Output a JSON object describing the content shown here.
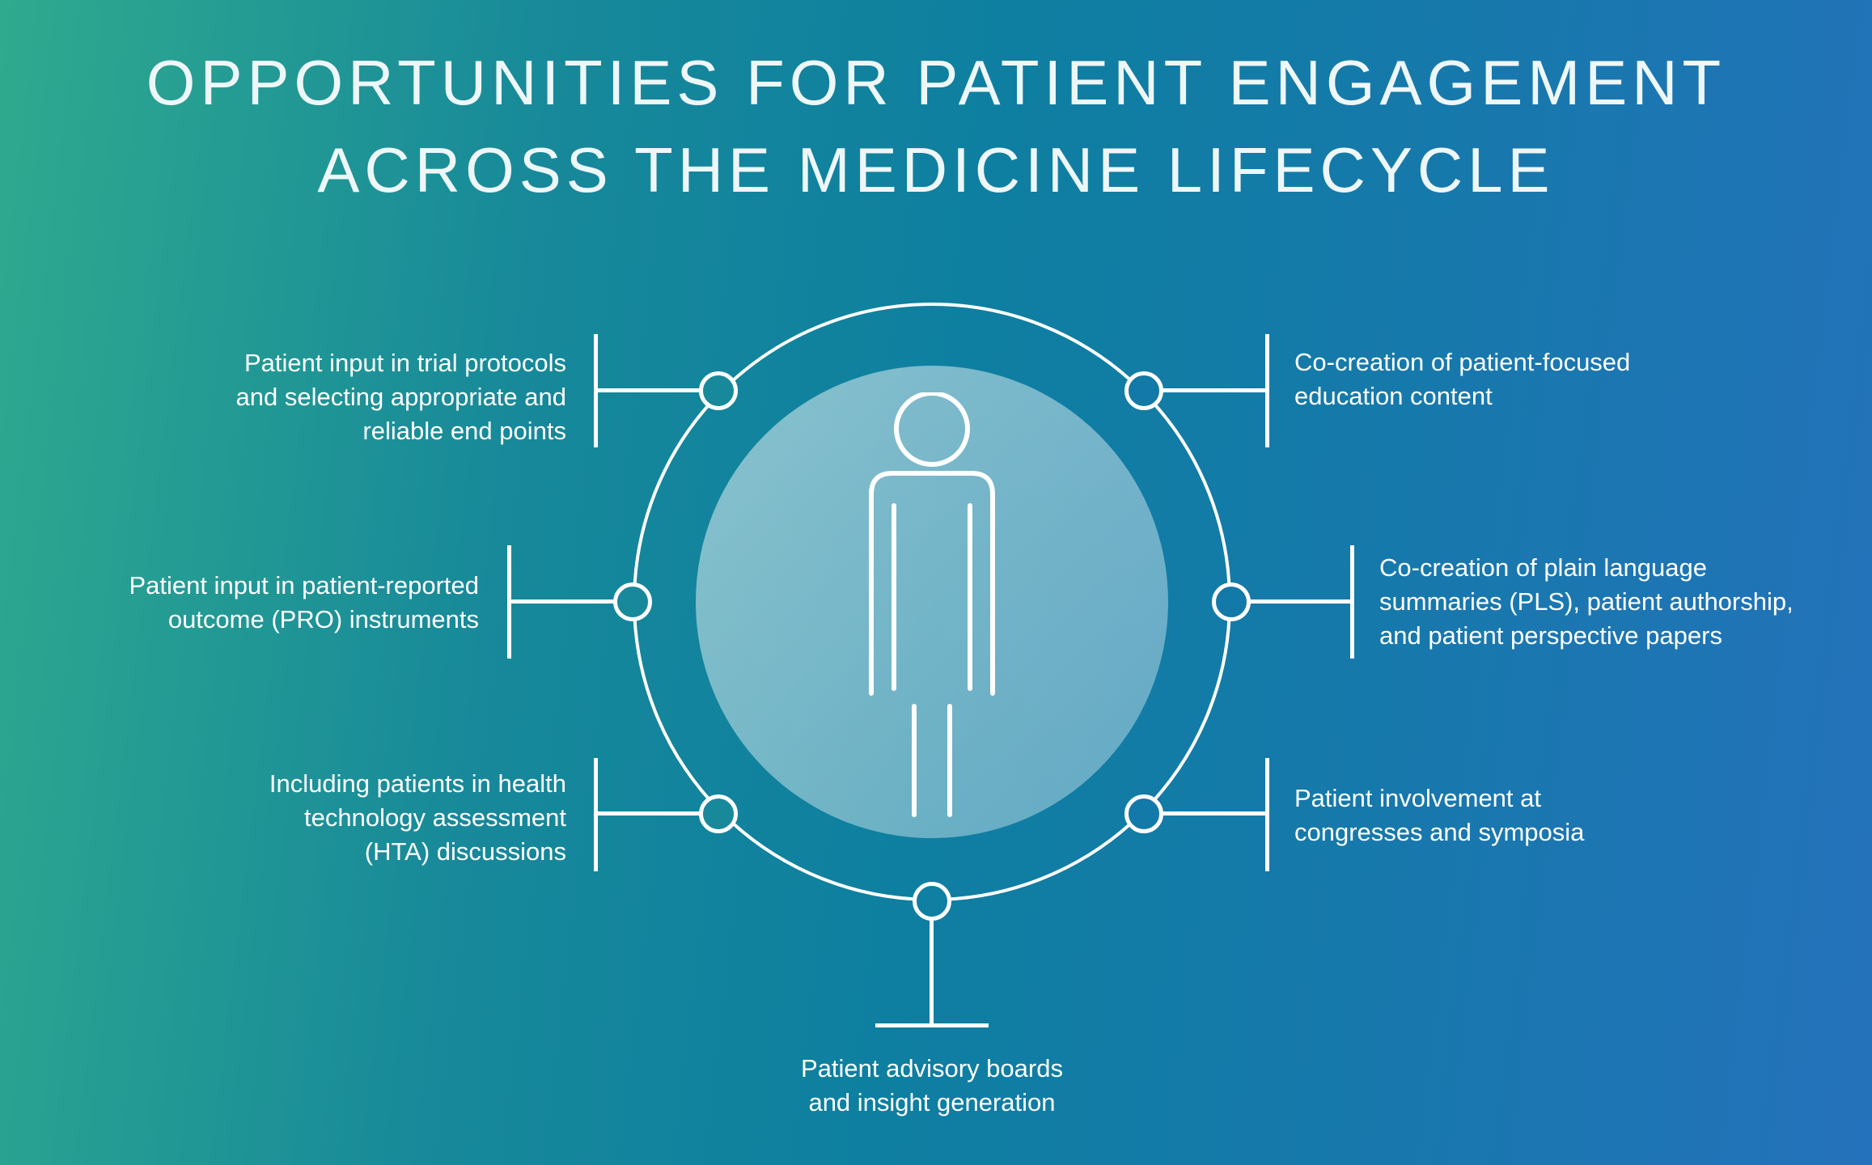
{
  "title": {
    "lines": [
      "OPPORTUNITIES FOR PATIENT ENGAGEMENT",
      "ACROSS THE MEDICINE LIFECYCLE"
    ]
  },
  "diagram": {
    "center_icon": "person-icon",
    "labels": {
      "top_left": {
        "lines": [
          "Patient input in trial protocols",
          "and selecting appropriate and",
          "reliable end points"
        ]
      },
      "middle_left": {
        "lines": [
          "Patient input in patient-reported",
          "outcome (PRO) instruments"
        ]
      },
      "bottom_left": {
        "lines": [
          "Including patients in health",
          "technology assessment",
          "(HTA) discussions"
        ]
      },
      "top_right": {
        "lines": [
          "Co-creation of patient-focused",
          "education content"
        ]
      },
      "middle_right": {
        "lines": [
          "Co-creation of plain language",
          "summaries (PLS), patient authorship,",
          "and patient perspective papers"
        ]
      },
      "bottom_right": {
        "lines": [
          "Patient involvement at",
          "congresses and symposia"
        ]
      },
      "bottom": {
        "lines": [
          "Patient advisory boards",
          "and insight generation"
        ]
      }
    }
  },
  "colors": {
    "background_left": "#2faa8e",
    "background_mid": "#0e7fa0",
    "background_right": "#2472bb",
    "line_and_text": "#ffffff",
    "inner_circle_tint": "rgba(255,255,255,0.42)"
  }
}
